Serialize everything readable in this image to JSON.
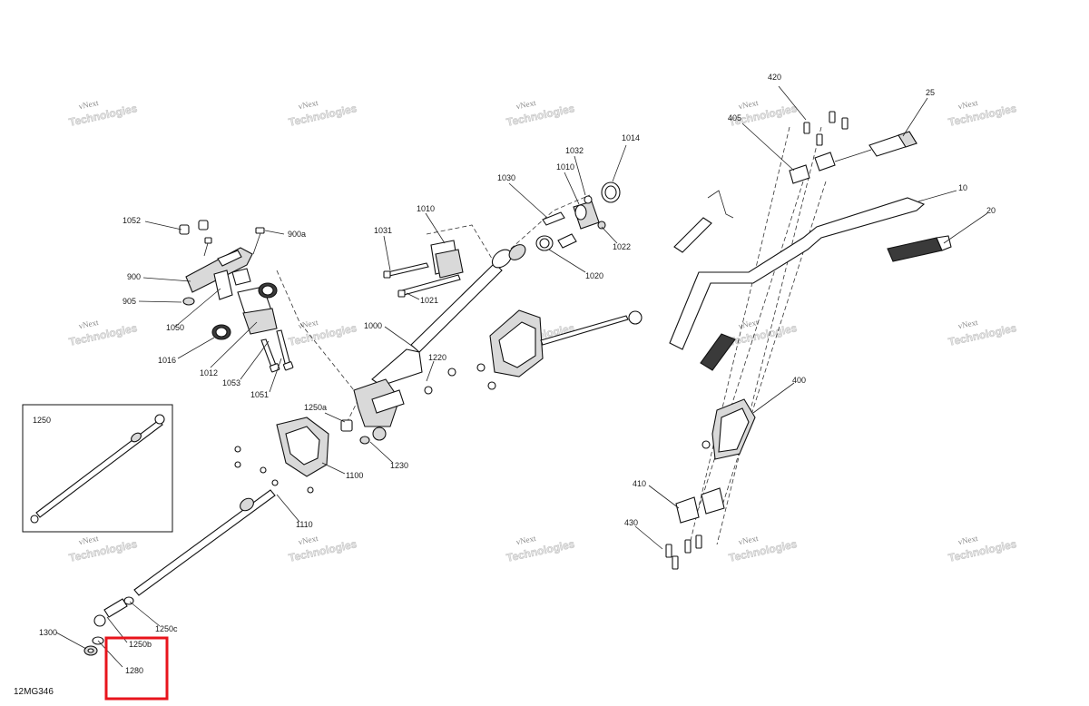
{
  "diagram": {
    "code": "12MG346",
    "watermark_line1": "vNext",
    "watermark_line2": "Technologies",
    "highlight_color": "#e8141c",
    "callouts": {
      "c25": "25",
      "c420": "420",
      "c405": "405",
      "c10": "10",
      "c20": "20",
      "c1014": "1014",
      "c1032": "1032",
      "c1010a": "1010",
      "c1030": "1030",
      "c1010b": "1010",
      "c1031": "1031",
      "c1022": "1022",
      "c1020": "1020",
      "c1021": "1021",
      "c1052": "1052",
      "c900a": "900a",
      "c900": "900",
      "c905": "905",
      "c1050": "1050",
      "c1000": "1000",
      "c1016": "1016",
      "c1012": "1012",
      "c1053": "1053",
      "c1051": "1051",
      "c1220": "1220",
      "c400": "400",
      "c1250": "1250",
      "c1250a": "1250a",
      "c1230": "1230",
      "c1100": "1100",
      "c410": "410",
      "c1110": "1110",
      "c430": "430",
      "c1300": "1300",
      "c1250c": "1250c",
      "c1250b": "1250b",
      "c1280": "1280"
    }
  }
}
